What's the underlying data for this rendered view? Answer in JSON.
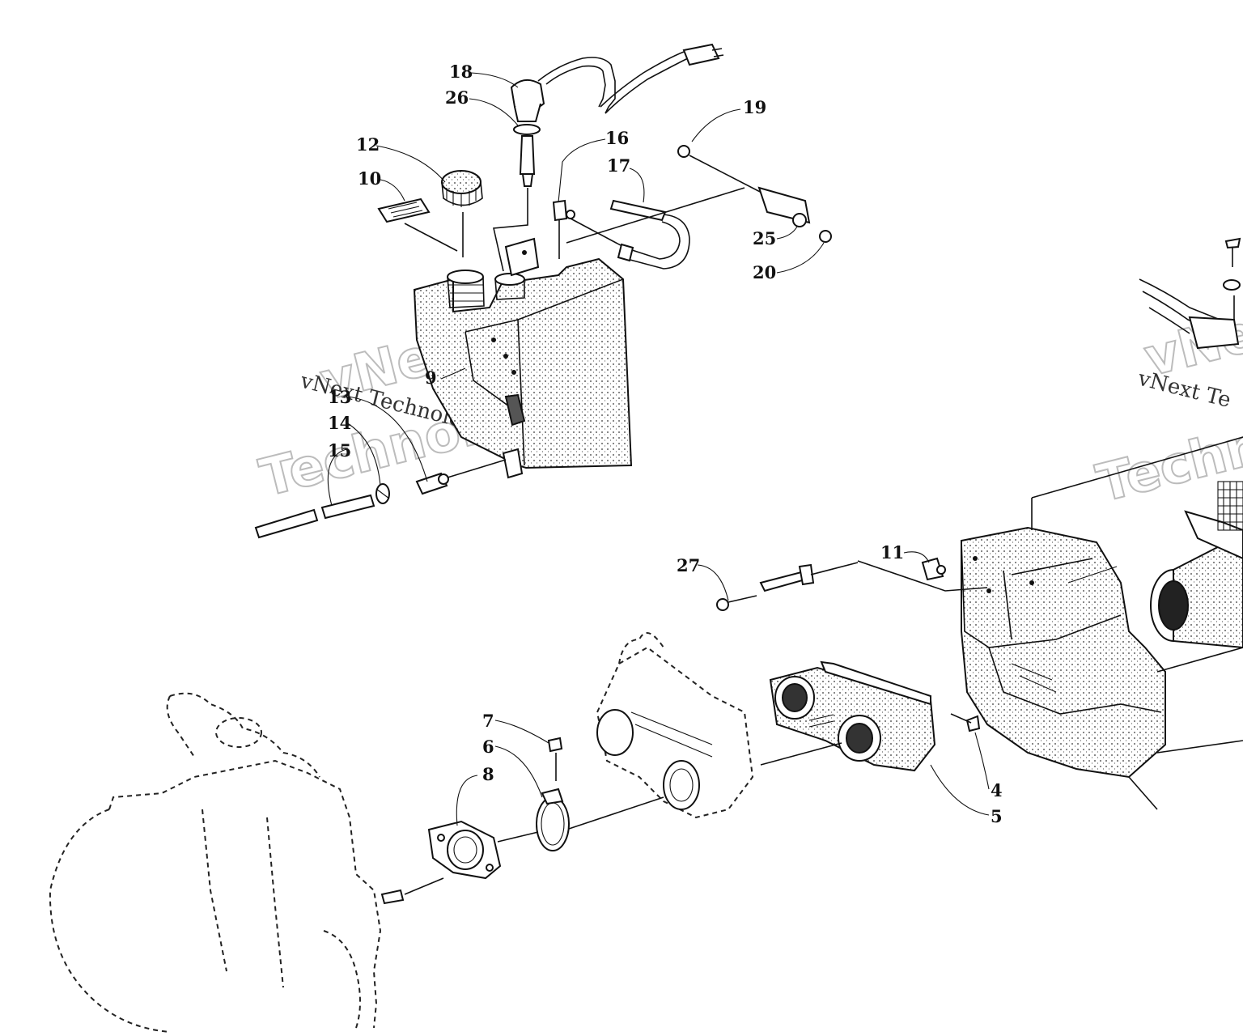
{
  "callouts": {
    "c18": "18",
    "c26": "26",
    "c12": "12",
    "c10": "10",
    "c16": "16",
    "c17": "17",
    "c19": "19",
    "c25": "25",
    "c20": "20",
    "c9": "9",
    "c13": "13",
    "c14": "14",
    "c15": "15",
    "c27": "27",
    "c11": "11",
    "c7": "7",
    "c6": "6",
    "c8": "8",
    "c4": "4",
    "c5": "5"
  },
  "watermarks": {
    "wm1_line1": "vNext",
    "wm1_line2": "Technologies",
    "wm1_small": "vNext Technologies",
    "wm2_line1": "vNe",
    "wm2_line2": "Techn",
    "wm2_small": "vNext Te"
  },
  "colors": {
    "ink": "#111111",
    "watermark": "#bcbcbc",
    "paper": "#ffffff"
  }
}
